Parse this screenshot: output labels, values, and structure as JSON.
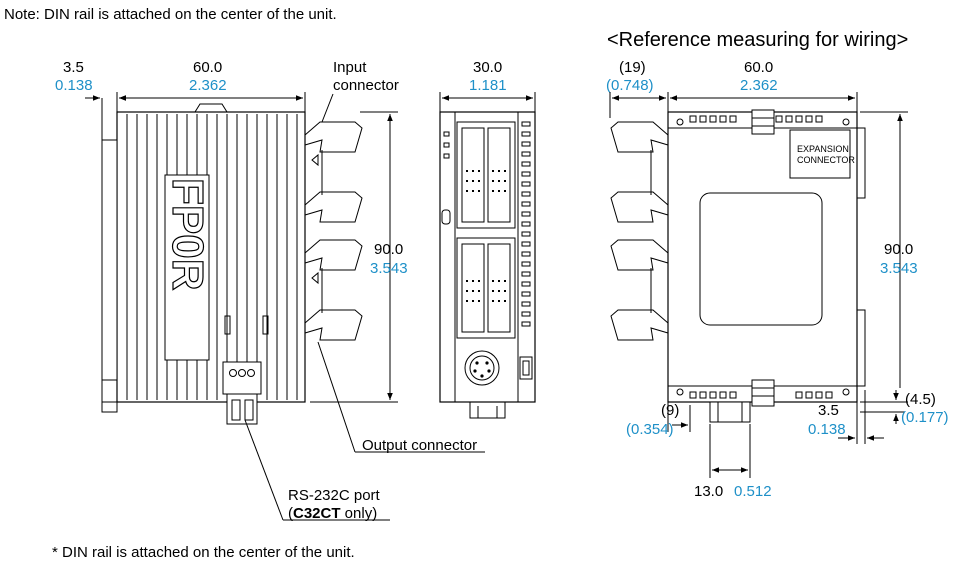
{
  "note_top": "Note: DIN rail is attached on the center of the unit.",
  "note_bottom": "* DIN rail is attached on the center of the unit.",
  "reference_title": "<Reference measuring for wiring>",
  "front_view": {
    "dim_left": {
      "mm": "3.5",
      "inch": "0.138"
    },
    "dim_width": {
      "mm": "60.0",
      "inch": "2.362"
    },
    "dim_height": {
      "mm": "90.0",
      "inch": "3.543"
    },
    "input_connector_line1": "Input",
    "input_connector_line2": "connector",
    "output_connector": "Output connector",
    "rs232c_line1": "RS-232C port",
    "rs232c_bold": "C32CT",
    "rs232c_rest": " only)",
    "rs232c_open": "(",
    "logo_text": "FP0R"
  },
  "side_view": {
    "dim_depth": {
      "mm": "30.0",
      "inch": "1.181"
    }
  },
  "reference_view": {
    "dim_left": {
      "mm": "(19)",
      "inch": "(0.748)"
    },
    "dim_width": {
      "mm": "60.0",
      "inch": "2.362"
    },
    "dim_height": {
      "mm": "90.0",
      "inch": "3.543"
    },
    "dim_bottom_left": {
      "mm": "(9)",
      "inch": "(0.354)"
    },
    "dim_bottom_right": {
      "mm": "3.5",
      "inch": "0.138"
    },
    "dim_bottom_edge": {
      "mm": "(4.5)",
      "inch": "(0.177)"
    },
    "dim_connector": {
      "mm": "13.0",
      "inch": "0.512"
    },
    "expansion_line1": "EXPANSION",
    "expansion_line2": "CONNECTOR"
  }
}
